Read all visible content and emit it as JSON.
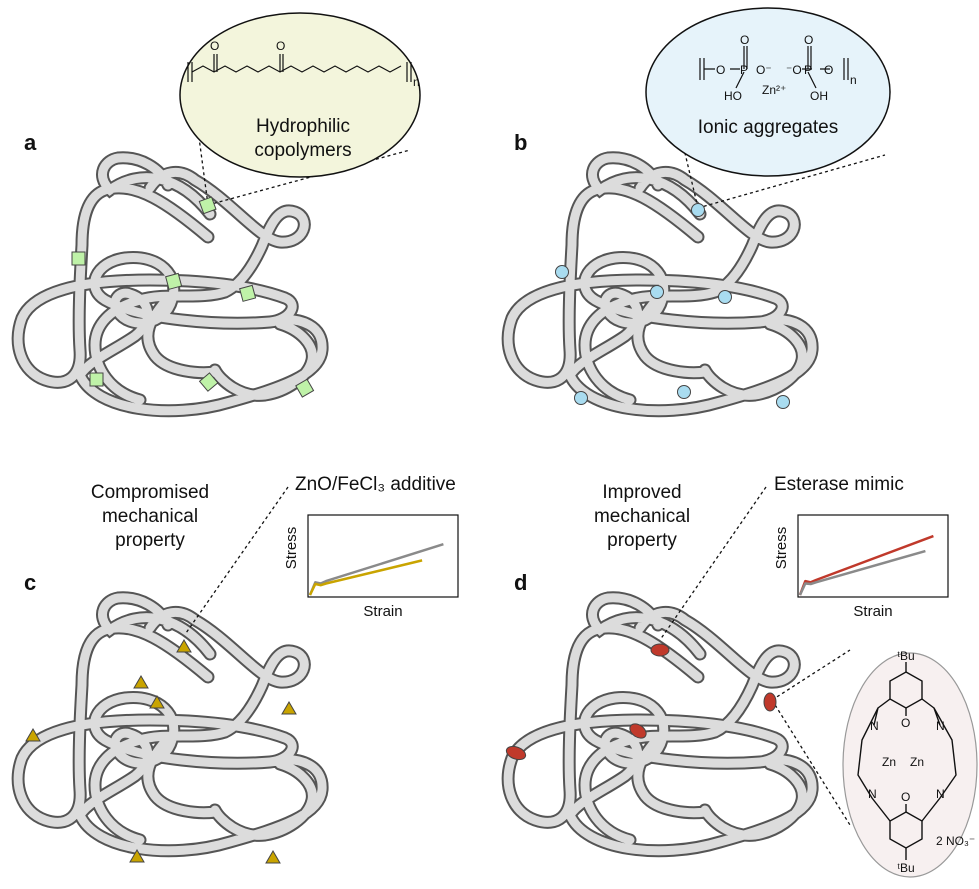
{
  "panels": {
    "a": {
      "letter": "a",
      "bubble_label_line1": "Hydrophilic",
      "bubble_label_line2": "copolymers",
      "repeat_subscript": "n",
      "marker": "square",
      "marker_color": "#bff2a8",
      "marker_icon": "green-square-icon"
    },
    "b": {
      "letter": "b",
      "bubble_label": "Ionic aggregates",
      "repeat_subscript": "n",
      "chem_labels": [
        "O",
        "P",
        "O⁻",
        "⁻O",
        "P",
        "O",
        "HO",
        "OH",
        "Zn²⁺"
      ],
      "marker": "circle",
      "marker_color": "#a9dcf0",
      "marker_icon": "blue-circle-icon"
    },
    "c": {
      "letter": "c",
      "title_line1": "Compromised",
      "title_line2": "mechanical",
      "title_line3": "property",
      "additive_label": "ZnO/FeCl₃ additive",
      "marker": "triangle",
      "marker_color": "#c9a400",
      "marker_icon": "yellow-triangle-icon"
    },
    "d": {
      "letter": "d",
      "title_line1": "Improved",
      "title_line2": "mechanical",
      "title_line3": "property",
      "additive_label": "Esterase mimic",
      "marker": "ellipse",
      "marker_color": "#c0392b",
      "marker_icon": "red-ellipse-icon",
      "complex_labels": {
        "tbu_top": "ᵗBu",
        "tbu_bottom": "ᵗBu",
        "n1": "N",
        "n2": "N",
        "n3": "N",
        "n4": "N",
        "o1": "O",
        "o2": "O",
        "zn1": "Zn",
        "zn2": "Zn",
        "counterion": "2 NO₃⁻"
      }
    }
  },
  "chart_data": [
    {
      "type": "line",
      "xlabel": "Strain",
      "ylabel": "Stress",
      "series": [
        {
          "color": "#8a8a8a",
          "x": [
            0,
            0.04,
            0.08,
            0.12,
            1.0
          ],
          "values": [
            0,
            0.22,
            0.2,
            0.24,
            0.88
          ]
        },
        {
          "color": "#c9a400",
          "x": [
            0,
            0.04,
            0.08,
            0.12,
            0.84
          ],
          "values": [
            0,
            0.19,
            0.17,
            0.2,
            0.6
          ]
        }
      ]
    },
    {
      "type": "line",
      "xlabel": "Strain",
      "ylabel": "Stress",
      "series": [
        {
          "color": "#c0392b",
          "x": [
            0,
            0.04,
            0.08,
            0.12,
            1.0
          ],
          "values": [
            0,
            0.24,
            0.22,
            0.26,
            1.02
          ]
        },
        {
          "color": "#8a8a8a",
          "x": [
            0,
            0.04,
            0.08,
            0.12,
            0.94
          ],
          "values": [
            0,
            0.2,
            0.19,
            0.22,
            0.76
          ]
        }
      ]
    }
  ]
}
